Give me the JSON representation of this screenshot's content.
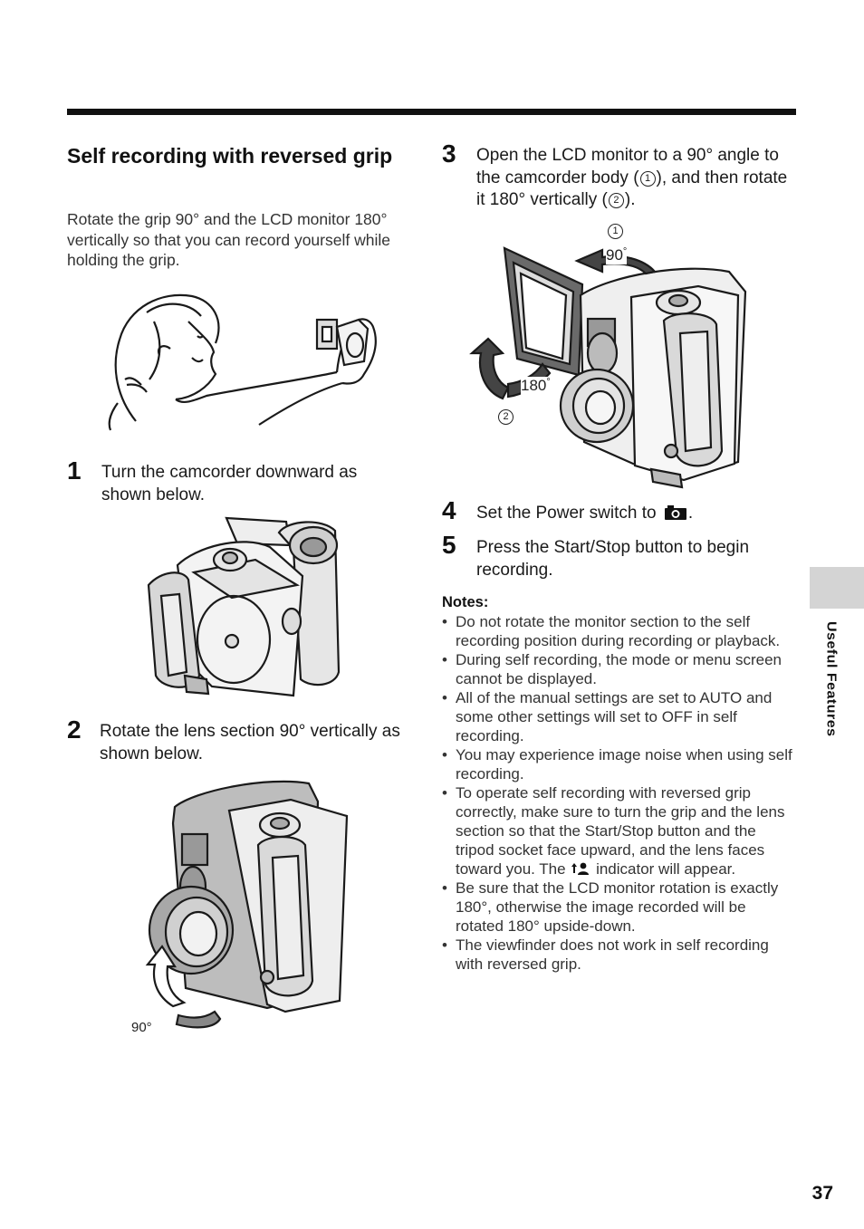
{
  "section": {
    "title": "Self recording with reversed grip",
    "intro": "Rotate the grip 90° and the LCD monitor 180° vertically so that you can record yourself while holding the grip."
  },
  "steps": [
    {
      "number": "1",
      "text": "Turn the camcorder downward as shown below."
    },
    {
      "number": "2",
      "text": "Rotate the lens section 90° vertically as shown below."
    },
    {
      "number": "3",
      "text_a": "Open the LCD monitor to a 90° angle to the camcorder body (",
      "mark1": "1",
      "text_b": "), and then rotate it 180° vertically (",
      "mark2": "2",
      "text_c": ")."
    },
    {
      "number": "4",
      "text": "Set the Power switch to",
      "end": "."
    },
    {
      "number": "5",
      "text": "Press the Start/Stop button to begin recording."
    }
  ],
  "figures": {
    "step2_angle": "90°",
    "step3_angle1": "90",
    "step3_angle2": "180",
    "deg": "°",
    "mark1": "1",
    "mark2": "2"
  },
  "notes": {
    "heading": "Notes:",
    "items": [
      "Do not rotate the monitor section to the self recording position during recording or playback.",
      "During self recording, the mode or menu screen cannot be displayed.",
      "All of the manual settings are set to AUTO and some other settings will set to OFF in self recording.",
      "You may experience image noise when using self recording.",
      "Be sure that the LCD monitor rotation is exactly 180°, otherwise the image recorded will be rotated 180° upside-down.",
      "The viewfinder does not work in self recording with reversed grip."
    ],
    "item5_a": "To operate self recording with reversed grip correctly, make sure to turn the grip and the lens section so that the Start/Stop button and the tripod socket face upward, and the lens faces toward you. The",
    "item5_b": "indicator will appear."
  },
  "sidebar": {
    "label": "Useful Features"
  },
  "page": {
    "number": "37"
  },
  "icons": {
    "camera": "camera-icon",
    "self_rec": "self-recording-icon"
  }
}
